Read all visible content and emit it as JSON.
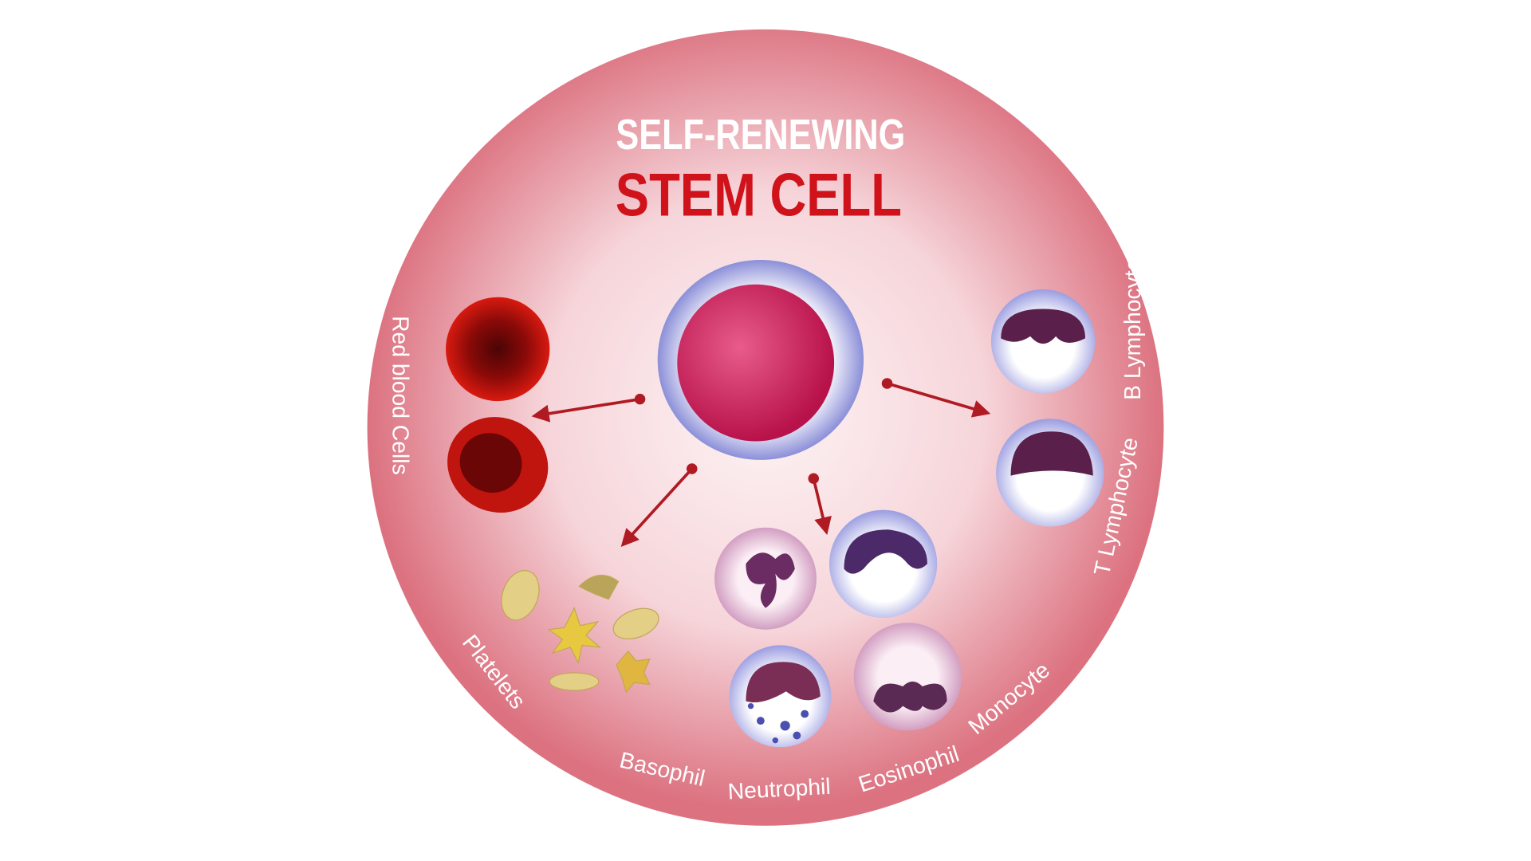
{
  "title": {
    "line1": "SELF-RENEWING",
    "line2": "STEM CELL"
  },
  "labels": {
    "red_blood_cells": "Red blood Cells",
    "platelets": "Platelets",
    "basophil": "Basophil",
    "neutrophil": "Neutrophil",
    "eosinophil": "Eosinophil",
    "monocyte": "Monocyte",
    "t_lymphocyte": "T Lymphocyte",
    "b_lymphocyte": "B Lymphocyte"
  },
  "colors": {
    "circle": "#e07a86",
    "title_red": "#d0121b",
    "arrow": "#b01a22",
    "rbc": "#c0140e"
  }
}
